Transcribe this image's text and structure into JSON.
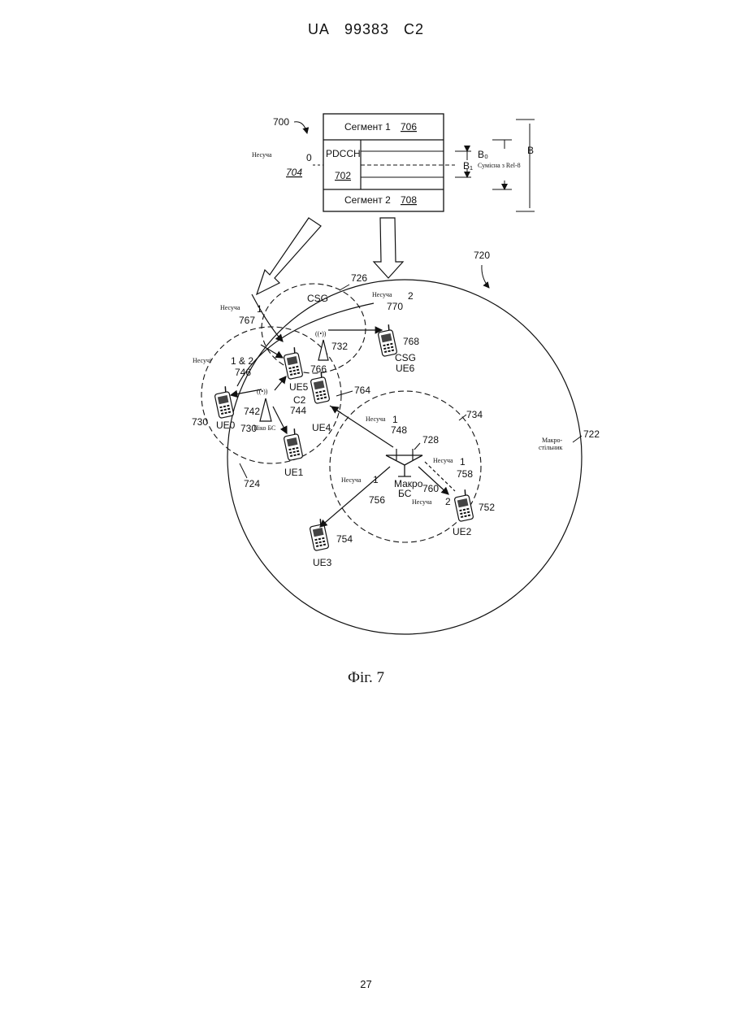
{
  "header": {
    "country": "UA",
    "number": "99383",
    "kind": "C2"
  },
  "figure": {
    "caption": "Фіг. 7",
    "refs": {
      "r700": "700",
      "r704": "704",
      "r706": "706",
      "r708": "708",
      "r702": "702",
      "r720": "720",
      "r722": "722",
      "r724": "724",
      "r726": "726",
      "r728": "728",
      "r730a": "730",
      "r730b": "730",
      "r732": "732",
      "r734": "734",
      "r742": "742",
      "r744": "744",
      "r746": "746",
      "r748": "748",
      "r752": "752",
      "r754": "754",
      "r756": "756",
      "r758": "758",
      "r760": "760",
      "r764": "764",
      "r766": "766",
      "r767": "767",
      "r768": "768",
      "r770": "770"
    },
    "segment1": "Сегмент 1",
    "segment2": "Сегмент 2",
    "pdcch": "PDCCH",
    "zero": "0",
    "carrier_left": "Несуча",
    "b0": "B₀",
    "b1": "B₁",
    "b": "B",
    "compat": "Сумісна з Rel-8",
    "csg": "CSG",
    "csg_ue6": "CSG",
    "ue6": "UE6",
    "carrier_csg": "Несуча",
    "carrier_csg_num": "2",
    "carrier_top": "Несуча",
    "carrier_top_num": "1",
    "carriers": "Несучі",
    "one_and_two": "1 & 2",
    "c2": "C2",
    "pico_bs": "Піко БС",
    "ue0": "UE0",
    "ue1": "UE1",
    "ue2": "UE2",
    "ue3": "UE3",
    "ue4": "UE4",
    "ue5": "UE5",
    "macro_bs_1": "Макро",
    "macro_bs_2": "БС",
    "macro_cell_1": "Макро-",
    "macro_cell_2": "стільник",
    "carrier_748": "Несуча",
    "carrier_748_num": "1",
    "carrier_756": "Несуча",
    "carrier_756_num": "1",
    "carrier_758": "Несуча",
    "carrier_758_num": "1",
    "carrier_760": "Несуча",
    "carrier_760_num": "2"
  },
  "page_number": "27"
}
